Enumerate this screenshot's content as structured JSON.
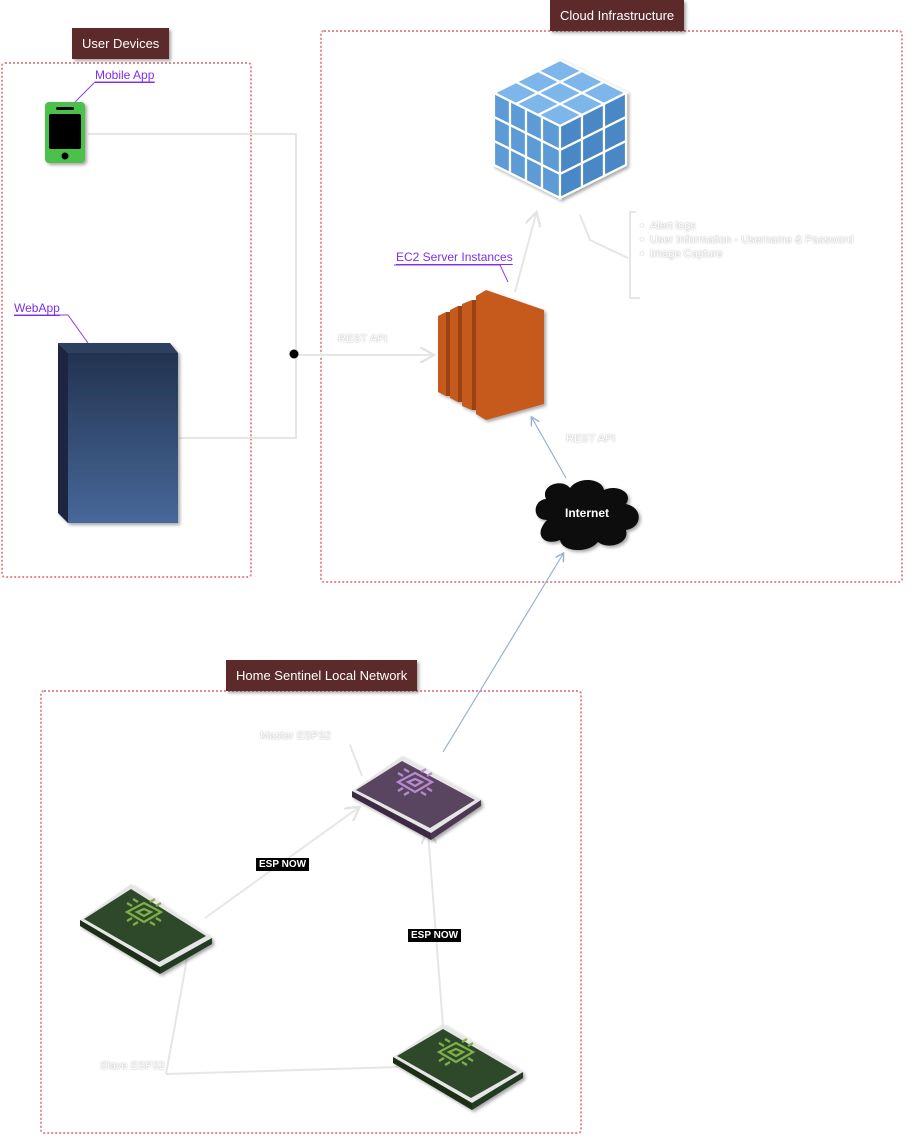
{
  "groups": {
    "user_devices": "User Devices",
    "cloud": "Cloud Infrastructure",
    "home": "Home Sentinel Local Network"
  },
  "labels": {
    "mobile_app": "Mobile App",
    "webapp": "WebApp",
    "ec2": "EC2 Server Instances",
    "internet": "Internet",
    "rest_api_left": "REST API",
    "rest_api_internet": "REST API",
    "master": "Master ESP32",
    "slave": "Slave ESP32",
    "esp_now_left": "ESP NOW",
    "esp_now_right": "ESP NOW"
  },
  "db_notes": [
    "Alert logs",
    "User Information - Username & Password",
    "Image Capture"
  ],
  "icons": {
    "mobile": "mobile-phone-icon",
    "webapp": "server-tower-icon",
    "database": "database-cube-icon",
    "ec2": "ec2-instances-icon",
    "internet": "cloud-icon",
    "chip": "chip-icon"
  },
  "colors": {
    "group_border": "#e58a94",
    "group_title_bg": "#5c2a2a",
    "link_label": "#7b2ff2",
    "mobile": "#4cc04c",
    "webapp_top": "#233350",
    "webapp_bottom": "#47689a",
    "database": "#5b9bd5",
    "ec2": "#c55a1d",
    "master_chip": "#5a4560",
    "slave_chip": "#2f4a2a",
    "connector": "#9aaed0"
  }
}
